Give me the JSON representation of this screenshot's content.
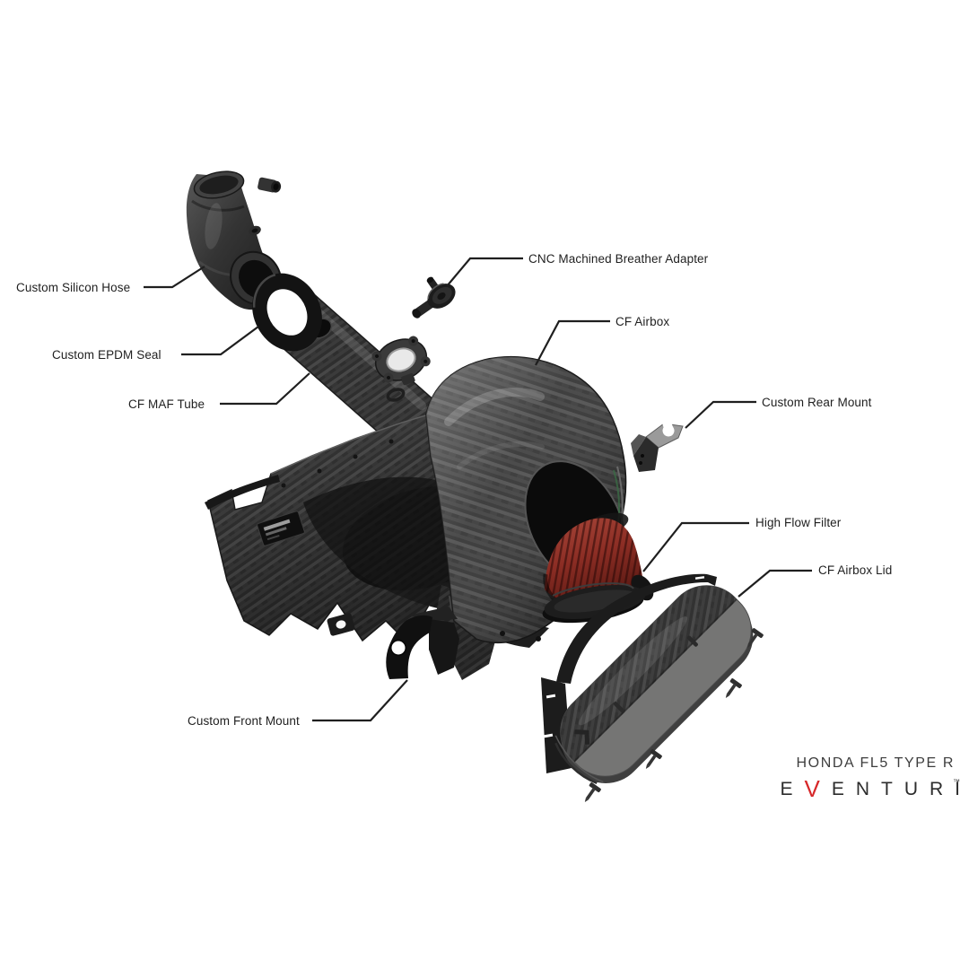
{
  "diagram_labels": {
    "silicon_hose": "Custom Silicon Hose",
    "epdm_seal": "Custom EPDM Seal",
    "maf_tube": "CF MAF Tube",
    "breather_adapter": "CNC Machined Breather Adapter",
    "airbox": "CF Airbox",
    "rear_mount": "Custom Rear Mount",
    "high_flow_filter": "High Flow Filter",
    "airbox_lid": "CF Airbox Lid",
    "front_mount": "Custom Front Mount"
  },
  "branding": {
    "model": "HONDA FL5 TYPE R",
    "brand_prefix": "E",
    "brand_v": "V",
    "brand_suffix": "ENTURI",
    "trademark": "™"
  },
  "colors": {
    "background": "#ffffff",
    "label_text": "#1f1f1f",
    "leader_line": "#1f1f1f",
    "brand_red": "#d7282a",
    "model_text": "#3d3d3d",
    "brand_text": "#2c2c2c",
    "filter_red": "#8c2d24",
    "carbon_fiber": "#3a3a3a"
  }
}
